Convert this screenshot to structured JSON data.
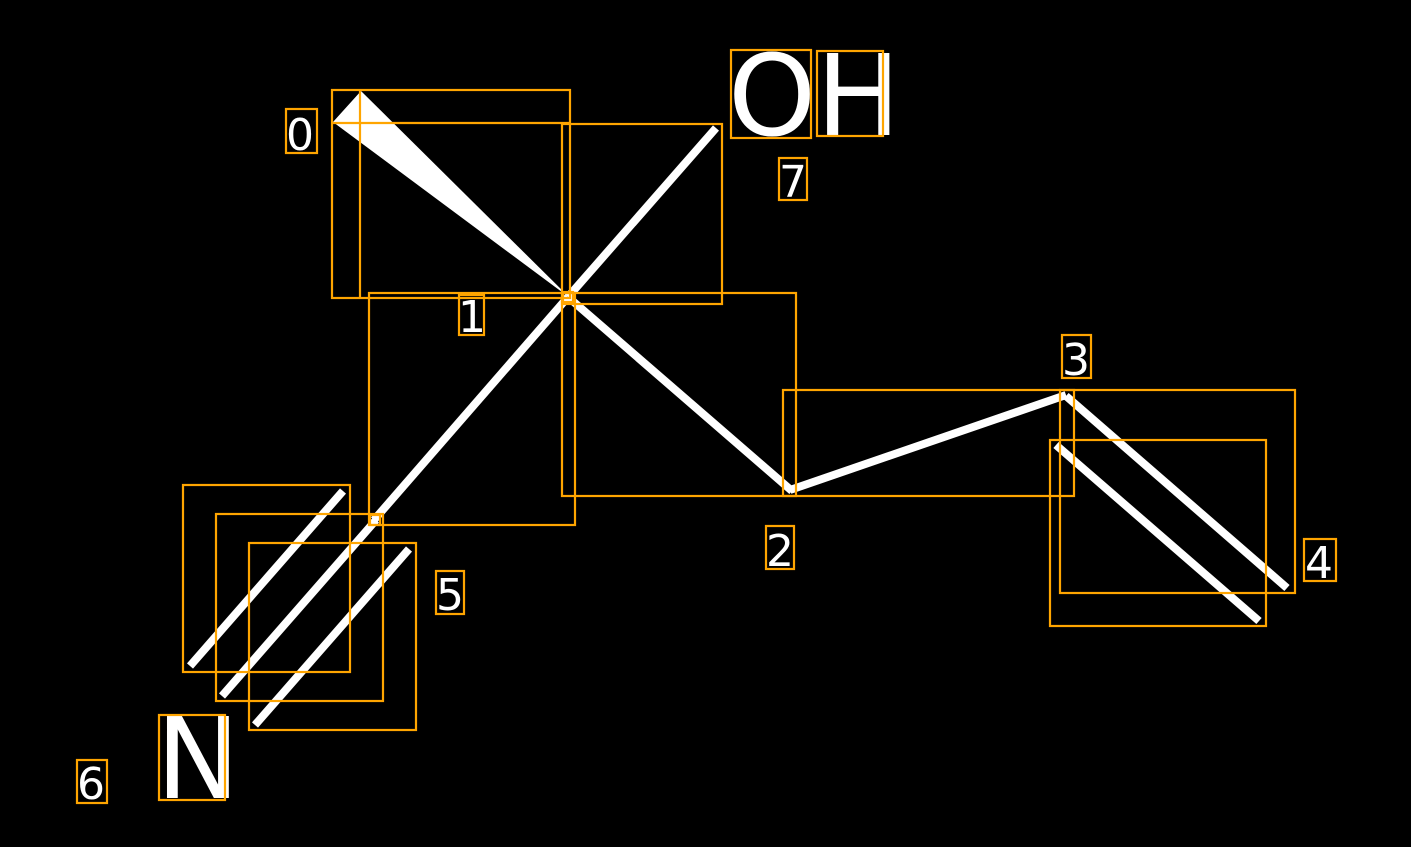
{
  "colors": {
    "background": "#000000",
    "bond": "#FFFFFF",
    "box": "#FFA500"
  },
  "atoms": {
    "oh": "OH",
    "n": "N"
  },
  "indices": [
    "0",
    "1",
    "2",
    "3",
    "4",
    "5",
    "6",
    "7"
  ]
}
